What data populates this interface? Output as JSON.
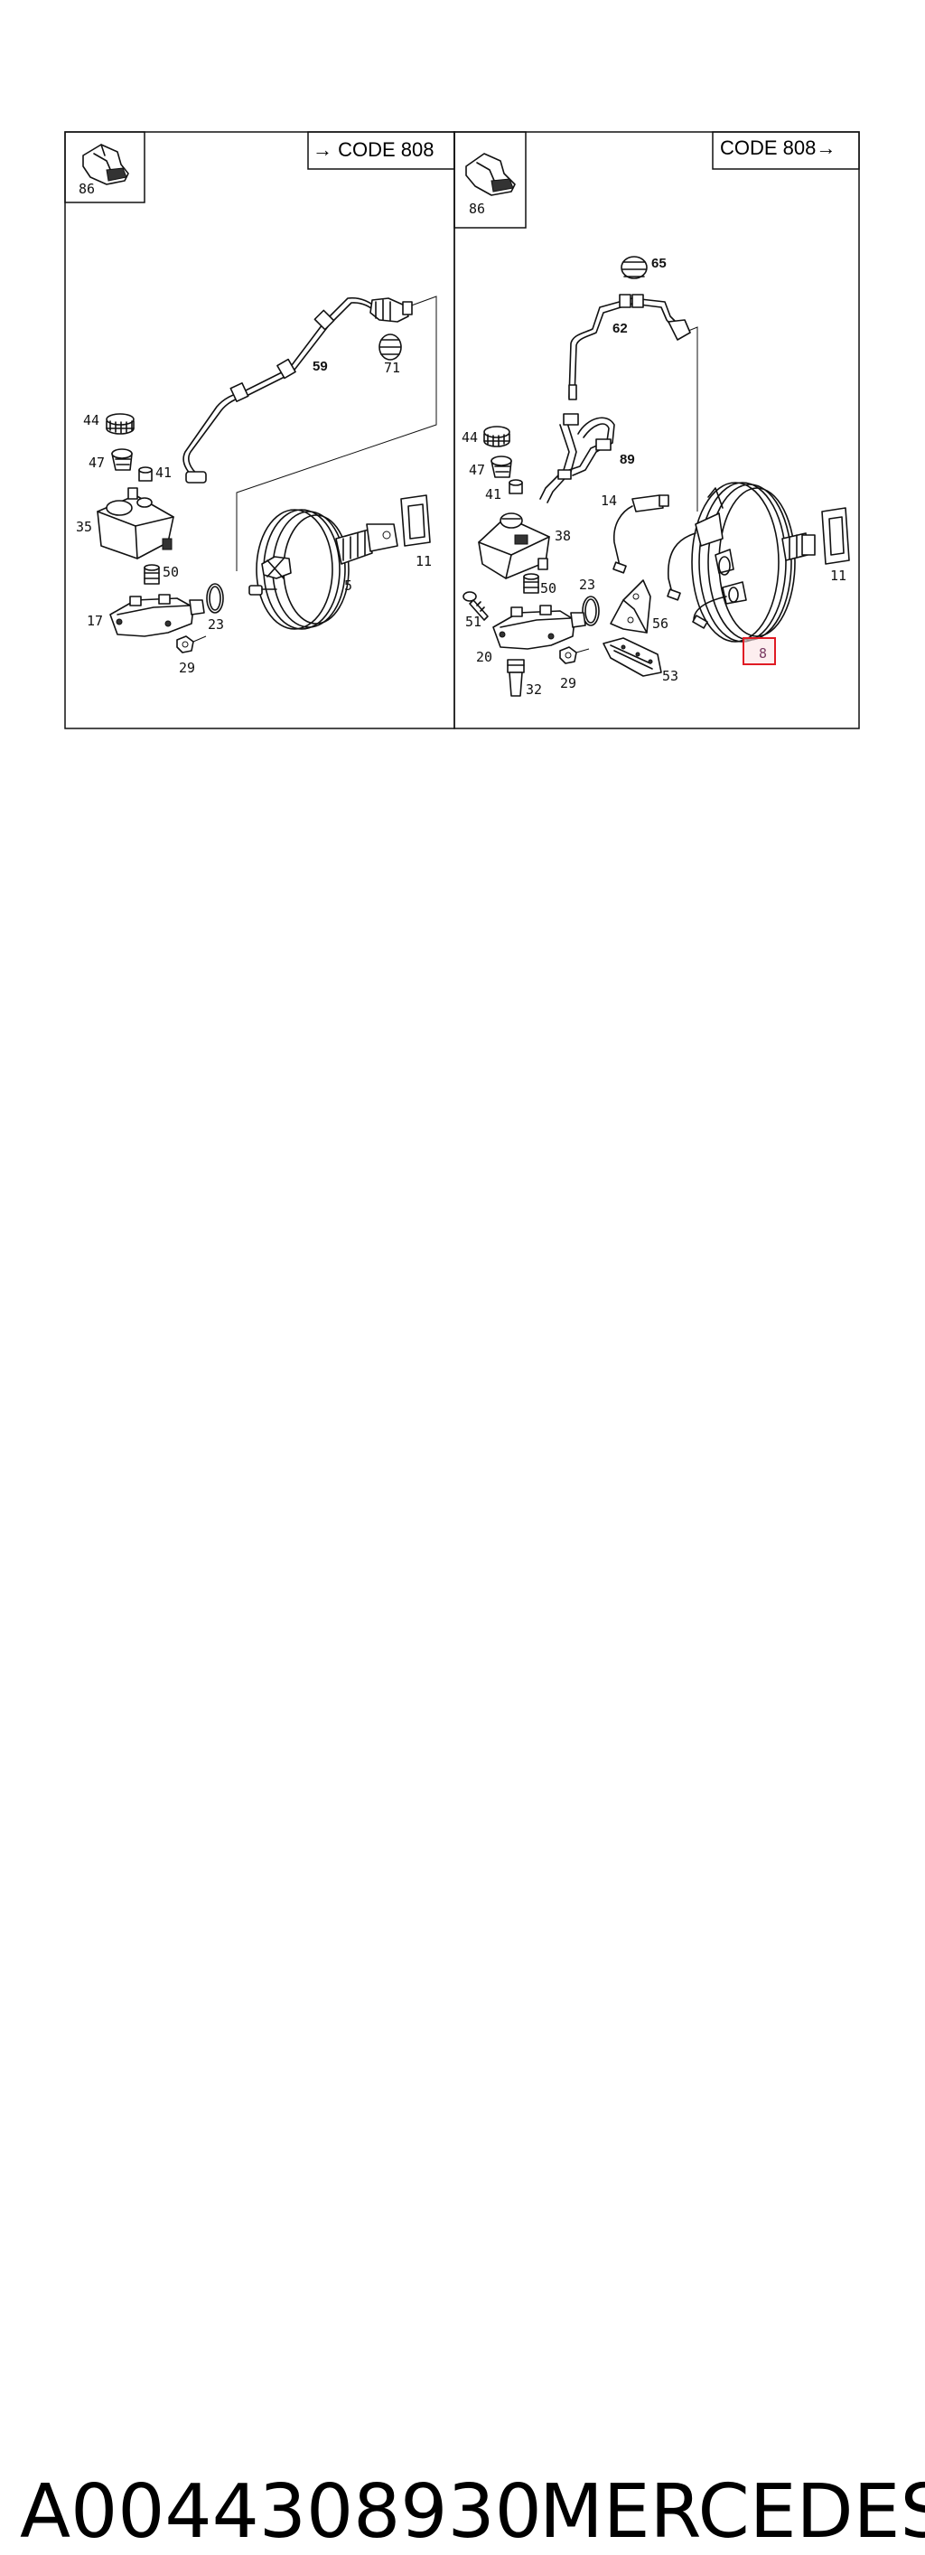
{
  "left_panel": {
    "code_label": "→ CODE 808",
    "inset_label": "86",
    "labels": {
      "l59": "59",
      "l71": "71",
      "l44": "44",
      "l47": "47",
      "l41": "41",
      "l35": "35",
      "l50": "50",
      "l17": "17",
      "l23": "23",
      "l29": "29",
      "l5": "5",
      "l11": "11"
    }
  },
  "right_panel": {
    "code_label": "CODE 808→",
    "inset_label": "86",
    "labels": {
      "l65": "65",
      "l62": "62",
      "l89": "89",
      "l14": "14",
      "l44": "44",
      "l47": "47",
      "l41": "41",
      "l38": "38",
      "l23": "23",
      "l50": "50",
      "l51": "51",
      "l56": "56",
      "l20": "20",
      "l29": "29",
      "l32": "32",
      "l53": "53",
      "l11": "11",
      "l8": "8"
    }
  },
  "highlight": {
    "label": "8",
    "color": "#e01b24"
  },
  "caption": {
    "part_number": "A0044308930",
    "brand": "MERCEDES"
  }
}
